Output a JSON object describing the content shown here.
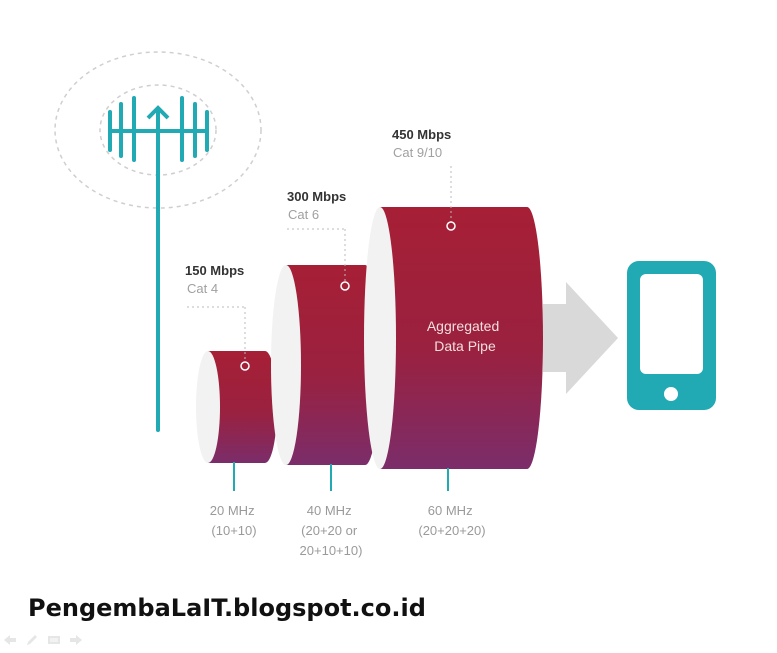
{
  "colors": {
    "pipe_top": "#a61f35",
    "pipe_bottom": "#7b2d6a",
    "teal": "#21a9b4",
    "arrow": "#d9d9d9",
    "pipe_face": "#f2f2f2",
    "halo": "#c8c8c8"
  },
  "icons": {
    "tower": "cell-tower-icon",
    "phone": "smartphone-icon",
    "arrow": "right-arrow-icon"
  },
  "tiers": [
    {
      "speed": "150 Mbps",
      "category": "Cat 4",
      "bandwidth": "20 MHz",
      "combo": [
        "(10+10)"
      ]
    },
    {
      "speed": "300 Mbps",
      "category": "Cat 6",
      "bandwidth": "40 MHz",
      "combo": [
        "(20+20 or",
        "20+10+10)"
      ]
    },
    {
      "speed": "450 Mbps",
      "category": "Cat 9/10",
      "bandwidth": "60 MHz",
      "combo": [
        "(20+20+20)"
      ]
    }
  ],
  "pipe_label": [
    "Aggregated",
    "Data Pipe"
  ],
  "footer": {
    "text": "PengembaLaIT.blogspot.co.id"
  },
  "nav": [
    "previous-slide-icon",
    "pen-icon",
    "menu-icon",
    "next-slide-icon"
  ]
}
